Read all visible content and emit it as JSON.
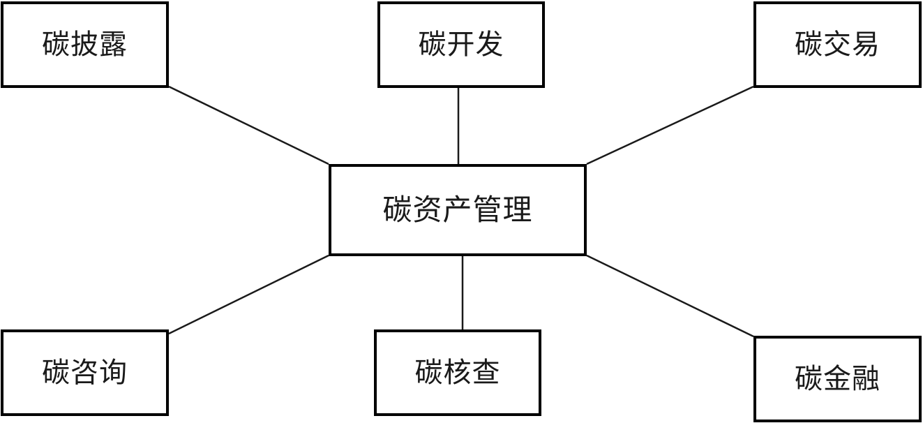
{
  "diagram": {
    "center": {
      "label": "碳资产管理"
    },
    "nodes": [
      {
        "id": "disclosure",
        "label": "碳披露"
      },
      {
        "id": "development",
        "label": "碳开发"
      },
      {
        "id": "trading",
        "label": "碳交易"
      },
      {
        "id": "consulting",
        "label": "碳咨询"
      },
      {
        "id": "verification",
        "label": "碳核查"
      },
      {
        "id": "finance",
        "label": "碳金融"
      }
    ],
    "edges": [
      {
        "from": "center",
        "to": "disclosure"
      },
      {
        "from": "center",
        "to": "development"
      },
      {
        "from": "center",
        "to": "trading"
      },
      {
        "from": "center",
        "to": "consulting"
      },
      {
        "from": "center",
        "to": "verification"
      },
      {
        "from": "center",
        "to": "finance"
      }
    ],
    "colors": {
      "border": "#000000",
      "line": "#1a1a1a",
      "text": "#1a1a1a",
      "background": "#ffffff"
    }
  }
}
